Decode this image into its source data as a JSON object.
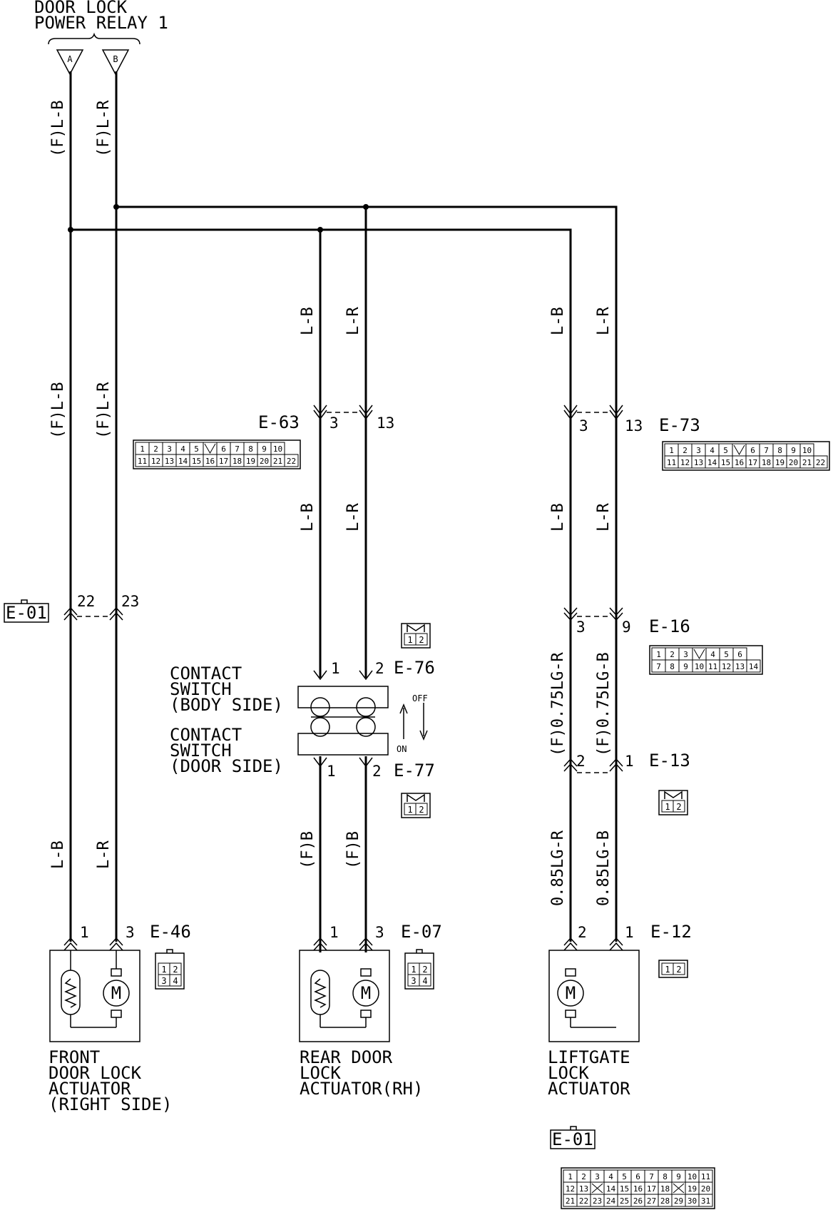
{
  "title": {
    "line1": "DOOR LOCK",
    "line2": "POWER RELAY 1"
  },
  "relay_terminals": {
    "a": "A",
    "b": "B"
  },
  "wires": {
    "front_upper_lb": "(F)L-B",
    "front_upper_lr": "(F)L-R",
    "front_mid_lb": "(F)L-B",
    "front_mid_lr": "(F)L-R",
    "front_low_lb": "L-B",
    "front_low_lr": "L-R",
    "rear_upper_lb": "L-B",
    "rear_upper_lr": "L-R",
    "rear_mid_lb": "L-B",
    "rear_mid_lr": "L-R",
    "rear_low_b1": "(F)B",
    "rear_low_b2": "(F)B",
    "lift_upper_lb": "L-B",
    "lift_upper_lr": "L-R",
    "lift_mid_lb": "L-B",
    "lift_mid_lr": "L-R",
    "lift_sub_r": "(F)0.75LG-R",
    "lift_sub_b": "(F)0.75LG-B",
    "lift_low_r": "0.85LG-R",
    "lift_low_b": "0.85LG-B"
  },
  "connectors": {
    "e63": {
      "id": "E-63",
      "pin_a": "3",
      "pin_b": "13",
      "row1": [
        "1",
        "2",
        "3",
        "4",
        "5",
        "",
        "6",
        "7",
        "8",
        "9",
        "10"
      ],
      "row2": [
        "11",
        "12",
        "13",
        "14",
        "15",
        "16",
        "17",
        "18",
        "19",
        "20",
        "21",
        "22"
      ]
    },
    "e73": {
      "id": "E-73",
      "pin_a": "3",
      "pin_b": "13",
      "row1": [
        "1",
        "2",
        "3",
        "4",
        "5",
        "",
        "6",
        "7",
        "8",
        "9",
        "10"
      ],
      "row2": [
        "11",
        "12",
        "13",
        "14",
        "15",
        "16",
        "17",
        "18",
        "19",
        "20",
        "21",
        "22"
      ]
    },
    "e01": {
      "id": "E-01",
      "pin_a": "22",
      "pin_b": "23"
    },
    "e76": {
      "id": "E-76",
      "pin_a": "1",
      "pin_b": "2",
      "grid": [
        "1",
        "2"
      ]
    },
    "e77": {
      "id": "E-77",
      "pin_a": "1",
      "pin_b": "2",
      "grid": [
        "1",
        "2"
      ]
    },
    "e16": {
      "id": "E-16",
      "pin_a": "3",
      "pin_b": "9",
      "row1": [
        "1",
        "2",
        "3",
        "",
        "4",
        "5",
        "6"
      ],
      "row2": [
        "7",
        "8",
        "9",
        "10",
        "11",
        "12",
        "13",
        "14"
      ]
    },
    "e13": {
      "id": "E-13",
      "pin_a": "2",
      "pin_b": "1",
      "grid": [
        "1",
        "2"
      ]
    },
    "e46": {
      "id": "E-46",
      "pin_a": "1",
      "pin_b": "3",
      "grid": [
        "1",
        "2",
        "3",
        "4"
      ]
    },
    "e07": {
      "id": "E-07",
      "pin_a": "1",
      "pin_b": "3",
      "grid": [
        "1",
        "2",
        "3",
        "4"
      ]
    },
    "e12": {
      "id": "E-12",
      "pin_a": "2",
      "pin_b": "1",
      "grid": [
        "1",
        "2"
      ]
    },
    "e01_bottom": {
      "id": "E-01",
      "row1": [
        "1",
        "2",
        "3",
        "4",
        "5",
        "6",
        "7",
        "8",
        "9",
        "10",
        "11"
      ],
      "row2": [
        "12",
        "13",
        "",
        "14",
        "15",
        "16",
        "17",
        "18",
        "",
        "19",
        "20"
      ],
      "row3": [
        "21",
        "22",
        "23",
        "24",
        "25",
        "26",
        "27",
        "28",
        "29",
        "30",
        "31"
      ]
    }
  },
  "switch": {
    "body_line1": "CONTACT",
    "body_line2": "SWITCH",
    "body_line3": "(BODY SIDE)",
    "door_line1": "CONTACT",
    "door_line2": "SWITCH",
    "door_line3": "(DOOR SIDE)",
    "off": "OFF",
    "on": "ON"
  },
  "actuators": {
    "front": {
      "line1": "FRONT",
      "line2": "DOOR LOCK",
      "line3": "ACTUATOR",
      "line4": "(RIGHT SIDE)"
    },
    "rear": {
      "line1": "REAR DOOR",
      "line2": "LOCK",
      "line3": "ACTUATOR(RH)"
    },
    "liftgate": {
      "line1": "LIFTGATE",
      "line2": "LOCK",
      "line3": "ACTUATOR"
    }
  },
  "motor_symbol": "M"
}
